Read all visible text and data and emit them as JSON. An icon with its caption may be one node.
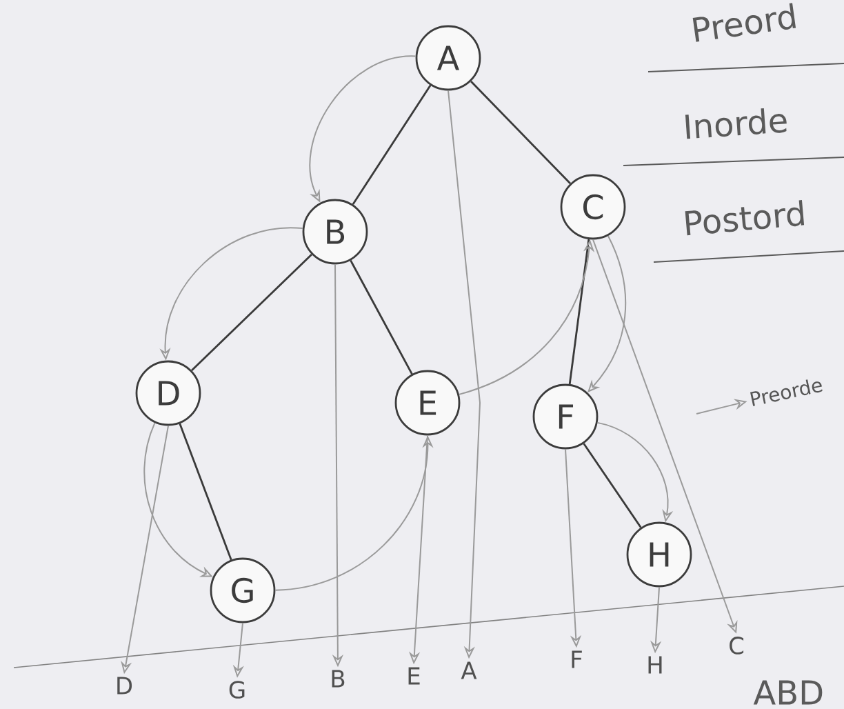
{
  "diagram": {
    "nodes": [
      {
        "text": [
          "A"
        ]
      },
      {
        "text": [
          "B"
        ]
      },
      {
        "text": [
          "C"
        ]
      },
      {
        "text": [
          "D"
        ]
      },
      {
        "text": [
          "E"
        ]
      },
      {
        "text": [
          "F"
        ]
      },
      {
        "text": [
          "G"
        ]
      },
      {
        "text": [
          "H"
        ]
      },
      {
        "text": [
          "D"
        ]
      },
      {
        "text": [
          "G"
        ]
      },
      {
        "text": [
          "B"
        ]
      },
      {
        "text": [
          "E"
        ]
      },
      {
        "text": [
          "A"
        ]
      },
      {
        "text": [
          "F"
        ]
      },
      {
        "text": [
          "H"
        ]
      },
      {
        "text": [
          "C"
        ]
      },
      {
        "text": [
          "Preorde"
        ]
      }
    ],
    "edges": [
      {
        "from": 0,
        "to": 1,
        "arrow": "none",
        "color": "#3a3a3a"
      },
      {
        "from": 0,
        "to": 2,
        "arrow": "none",
        "color": "#3a3a3a"
      },
      {
        "from": 1,
        "to": 3,
        "arrow": "none",
        "color": "#3a3a3a"
      },
      {
        "from": 1,
        "to": 4,
        "arrow": "none",
        "color": "#3a3a3a"
      },
      {
        "from": 2,
        "to": 5,
        "arrow": "none",
        "color": "#3a3a3a"
      },
      {
        "from": 3,
        "to": 6,
        "arrow": "none",
        "color": "#3a3a3a"
      },
      {
        "from": 5,
        "to": 7,
        "arrow": "none",
        "color": "#3a3a3a"
      },
      {
        "from": 0,
        "to": 1,
        "arrow": "to"
      },
      {
        "from": 1,
        "to": 3,
        "arrow": "to"
      },
      {
        "from": 3,
        "to": 6,
        "arrow": "to"
      },
      {
        "from": 6,
        "to": 4,
        "arrow": "to"
      },
      {
        "from": 4,
        "to": 2,
        "arrow": "to"
      },
      {
        "from": 2,
        "to": 5,
        "arrow": "to"
      },
      {
        "from": 5,
        "to": 7,
        "arrow": "to"
      },
      {
        "from": 3,
        "to": 8,
        "arrow": "to"
      },
      {
        "from": 6,
        "to": 9,
        "arrow": "to"
      },
      {
        "from": 1,
        "to": 10,
        "arrow": "to"
      },
      {
        "from": 4,
        "to": 11,
        "arrow": "to"
      },
      {
        "from": 0,
        "to": 12,
        "arrow": "to"
      },
      {
        "from": 5,
        "to": 13,
        "arrow": "to"
      },
      {
        "from": 7,
        "to": 14,
        "arrow": "to"
      },
      {
        "from": 2,
        "to": 15,
        "arrow": "to"
      },
      {
        "from": null,
        "to": 16,
        "arrow": "to"
      }
    ],
    "labels": [
      "Preord",
      "Inorde",
      "Postord",
      "ABD"
    ]
  }
}
